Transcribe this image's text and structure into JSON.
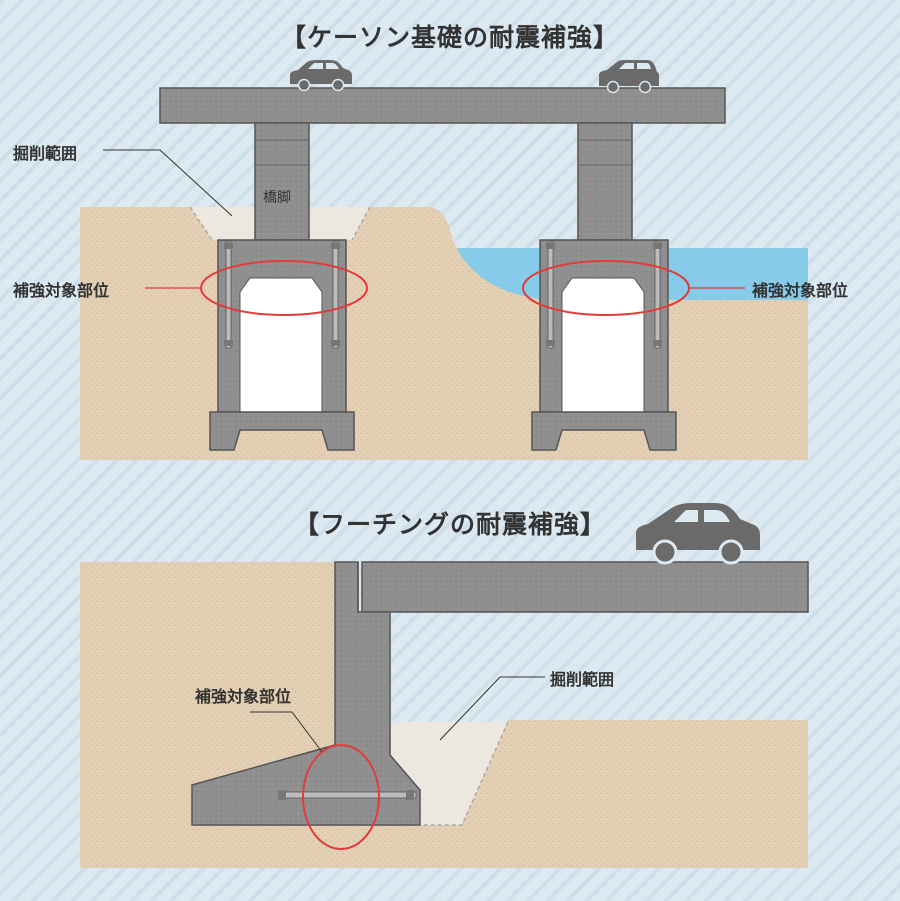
{
  "caisson": {
    "title": "【ケーソン基礎の耐震補強】",
    "pier_label": "橋脚",
    "excavation_label": "掘削範囲",
    "target_left_label": "補強対象部位",
    "target_right_label": "補強対象部位"
  },
  "footing": {
    "title": "【フーチングの耐震補強】",
    "target_label": "補強対象部位",
    "excavation_label": "掘削範囲"
  },
  "colors": {
    "background": "#dde9f1",
    "soil": "#e3cfb3",
    "concrete": "#8f8f8f",
    "excavation": "#ece7df",
    "water": "#86cbe9",
    "highlight": "#e23b3b"
  }
}
